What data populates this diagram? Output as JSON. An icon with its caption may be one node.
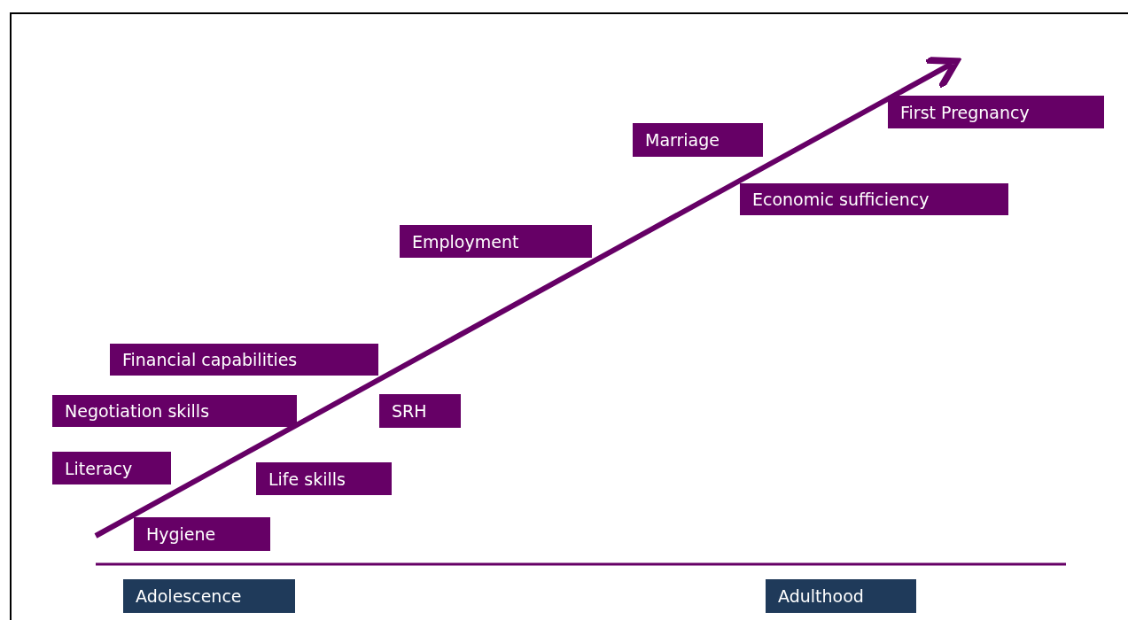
{
  "diagram": {
    "nodes": [
      {
        "text": [
          "First Pregnancy"
        ]
      },
      {
        "text": [
          "Marriage"
        ]
      },
      {
        "text": [
          "Economic sufficiency"
        ]
      },
      {
        "text": [
          "Employment"
        ]
      },
      {
        "text": [
          "Financial capabilities"
        ]
      },
      {
        "text": [
          "Negotiation skills"
        ]
      },
      {
        "text": [
          "SRH"
        ]
      },
      {
        "text": [
          "Literacy"
        ]
      },
      {
        "text": [
          "Life skills"
        ]
      },
      {
        "text": [
          "Hygiene"
        ]
      },
      {
        "text": [
          "Adolescence"
        ]
      },
      {
        "text": [
          "Adulthood"
        ]
      }
    ]
  }
}
